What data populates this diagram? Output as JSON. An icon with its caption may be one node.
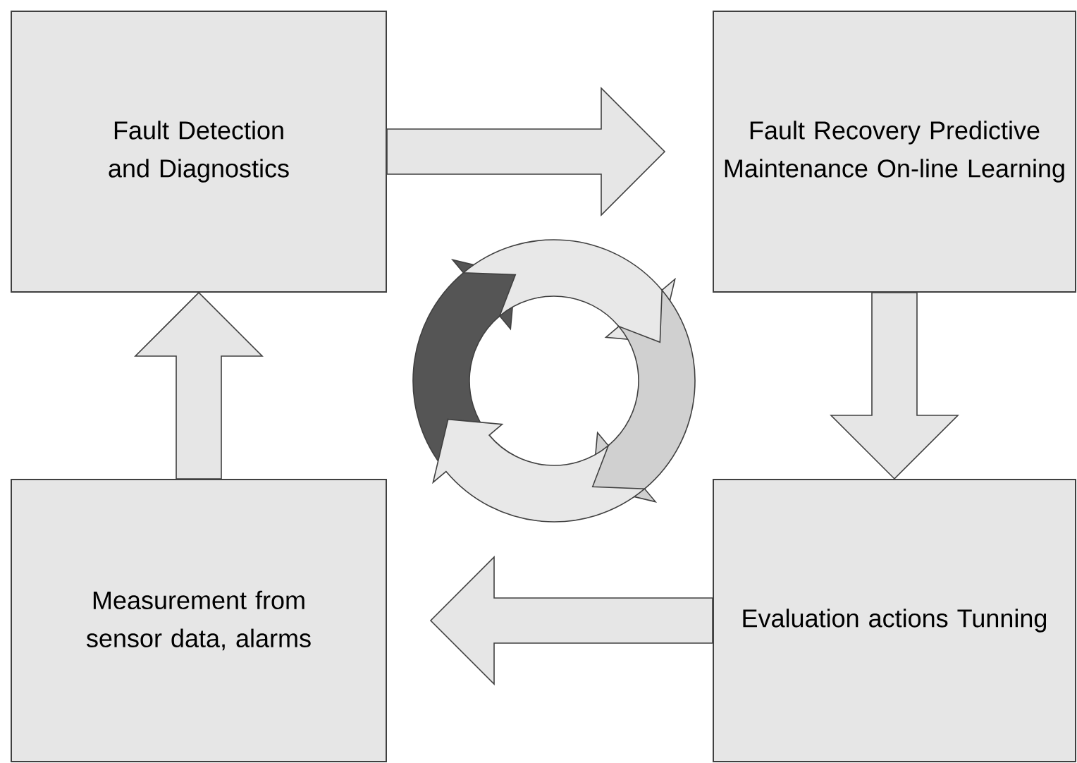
{
  "diagram": {
    "nodes": [
      {
        "text": [
          "Fault Detection and Diagnostics"
        ]
      },
      {
        "text": [
          "Fault Recovery Predictive Maintenance On-line Learning"
        ]
      },
      {
        "text": [
          "Evaluation actions Tunning"
        ]
      },
      {
        "text": [
          "Measurement from sensor data, alarms"
        ]
      }
    ],
    "edges": [
      {
        "from": 0,
        "to": 1,
        "arrow": "to"
      },
      {
        "from": 1,
        "to": 2,
        "arrow": "to"
      },
      {
        "from": 2,
        "to": 3,
        "arrow": "to"
      },
      {
        "from": 3,
        "to": 0,
        "arrow": "to"
      }
    ]
  }
}
